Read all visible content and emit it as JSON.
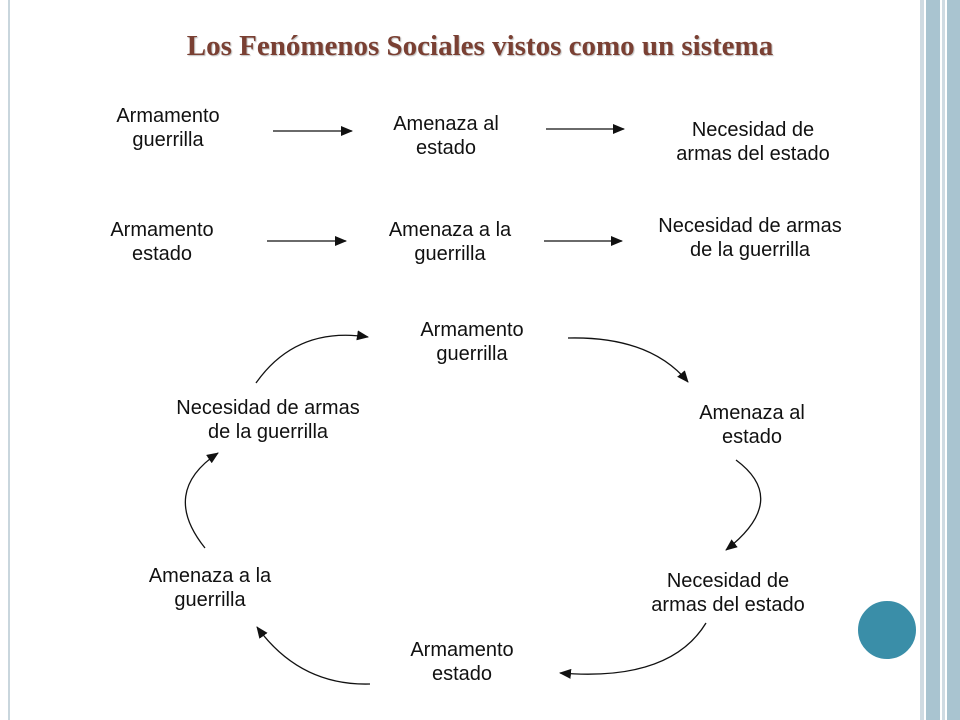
{
  "title": "Los Fenómenos Sociales vistos como un sistema",
  "rows": [
    [
      "Armamento guerrilla",
      "Amenaza al estado",
      "Necesidad de armas del estado"
    ],
    [
      "Armamento estado",
      "Amenaza a la guerrilla",
      "Necesidad de armas de la guerrilla"
    ]
  ],
  "labels": {
    "r1_a": [
      "Armamento",
      "guerrilla"
    ],
    "r1_b": [
      "Amenaza al",
      "estado"
    ],
    "r1_c": [
      "Necesidad de",
      "armas del estado"
    ],
    "r2_a": [
      "Armamento",
      "estado"
    ],
    "r2_b": [
      "Amenaza a la",
      "guerrilla"
    ],
    "r2_c": [
      "Necesidad de armas",
      "de la guerrilla"
    ],
    "cycle": [
      [
        "Armamento",
        "guerrilla"
      ],
      [
        "Amenaza al",
        "estado"
      ],
      [
        "Necesidad de",
        "armas del estado"
      ],
      [
        "Armamento",
        "estado"
      ],
      [
        "Amenaza a la",
        "guerrilla"
      ],
      [
        "Necesidad de armas",
        "de la guerrilla"
      ]
    ]
  },
  "colors": {
    "title": "#7a4033",
    "accent_circle": "#3a8ea8",
    "side_band": "#a9c4d0"
  }
}
